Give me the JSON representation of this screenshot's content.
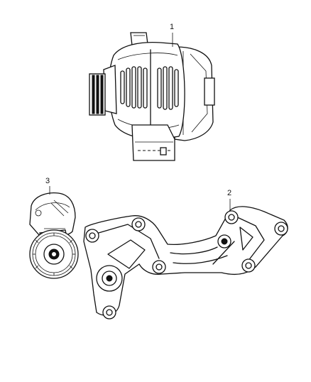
{
  "callouts": {
    "alternator": "1",
    "bracket": "2",
    "tensioner": "3"
  },
  "colors": {
    "line": "#111111",
    "background": "#ffffff"
  }
}
